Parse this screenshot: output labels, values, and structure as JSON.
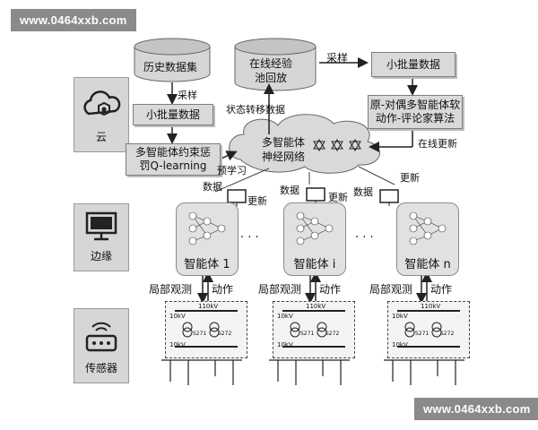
{
  "watermarks": {
    "top": "www.0464xxb.com",
    "bottom": "www.0464xxb.com"
  },
  "tiers": {
    "cloud": "云",
    "edge": "边缘",
    "sensor": "传感器"
  },
  "nodes": {
    "history": "历史数据集",
    "online_pool_line1": "在线经验",
    "online_pool_line2": "池回放",
    "minibatch_left": "小批量数据",
    "minibatch_right": "小批量数据",
    "constrained_line1": "多智能体约束惩",
    "constrained_line2": "罚Q-learning",
    "primal_dual_line1": "原-对偶多智能体软",
    "primal_dual_line2": "动作-评论家算法",
    "network_line1": "多智能体",
    "network_line2": "神经网络"
  },
  "edge_labels": {
    "sample_left": "采样",
    "sample_top": "采样",
    "state_transfer": "状态转移数据",
    "pretrain": "预学习",
    "online_update": "在线更新",
    "data1": "数据",
    "update1": "更新",
    "data2": "数据",
    "update2": "更新",
    "data3": "数据",
    "update3": "更新",
    "ellipsis1": "· · ·",
    "ellipsis2": "· · ·"
  },
  "agents": [
    {
      "label": "智能体 1",
      "observe": "局部观测",
      "action": "动作"
    },
    {
      "label": "智能体 i",
      "observe": "局部观测",
      "action": "动作"
    },
    {
      "label": "智能体 n",
      "observe": "局部观测",
      "action": "动作"
    }
  ],
  "grid_text": {
    "hv": "110kV",
    "mv": "10kV",
    "t1": "S271",
    "t2": "S272"
  },
  "colors": {
    "box_fill": "#d9d9d9",
    "tier_fill": "#d6d6d6",
    "watermark": "#8a8a8a"
  }
}
